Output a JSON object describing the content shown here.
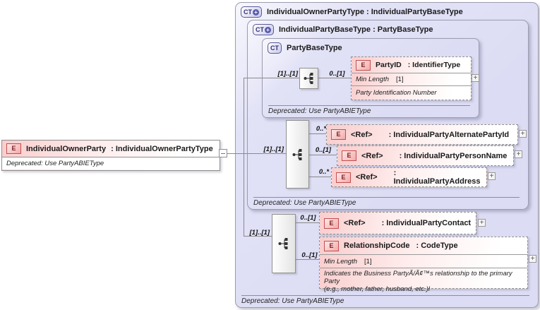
{
  "ui": {
    "expand_glyph": "+"
  },
  "colors": {
    "lavender": "#dcdcf4",
    "pink": "#f9cdcd",
    "line": "#8a8a8a",
    "ct_border": "#5a5a96",
    "e_border": "#c24f4f",
    "container_border": "#9c9cb0"
  },
  "root": {
    "badge": "E",
    "name": "IndividualOwnerParty",
    "type": ": IndividualOwnerPartyType",
    "annotation": "Deprecated: Use PartyABIEType"
  },
  "owner_type": {
    "badge": "CT",
    "title": "IndividualOwnerPartyType : IndividualPartyBaseType",
    "annotation": "Deprecated: Use PartyABIEType",
    "seq_cardinality": "[1]..[1]",
    "contact": {
      "badge": "E",
      "cardinality": "0..[1]",
      "name": "<Ref>",
      "type": ": IndividualPartyContact"
    },
    "relationship_code": {
      "badge": "E",
      "cardinality": "0..[1]",
      "name": "RelationshipCode",
      "type": ": CodeType",
      "facet_name": "Min Length",
      "facet_value": "[1]",
      "annotation_line1": "Indicates the Business PartyÃ/Ã¢™s relationship to the primary Party",
      "annotation_line2": "(e.g., mother, father, husband, etc.)l"
    }
  },
  "base_type": {
    "badge": "CT",
    "title": "IndividualPartyBaseType : PartyBaseType",
    "annotation": "Deprecated: Use PartyABIEType",
    "seq_cardinality": "[1]..[1]",
    "refs": [
      {
        "badge": "E",
        "cardinality": "0..*",
        "name": "<Ref>",
        "type": ": IndividualPartyAlternatePartyId"
      },
      {
        "badge": "E",
        "cardinality": "0..[1]",
        "name": "<Ref>",
        "type": ": IndividualPartyPersonName"
      },
      {
        "badge": "E",
        "cardinality": "0..*",
        "name": "<Ref>",
        "type": ": IndividualPartyAddress"
      }
    ]
  },
  "party_base": {
    "badge": "CT",
    "title": "PartyBaseType",
    "annotation": "Deprecated: Use PartyABIEType",
    "seq_cardinality": "[1]..[1]",
    "party_id": {
      "badge": "E",
      "cardinality": "0..[1]",
      "name": "PartyID",
      "type": ": IdentifierType",
      "facet_name": "Min Length",
      "facet_value": "[1]",
      "annotation": "Party Identification Number"
    }
  }
}
